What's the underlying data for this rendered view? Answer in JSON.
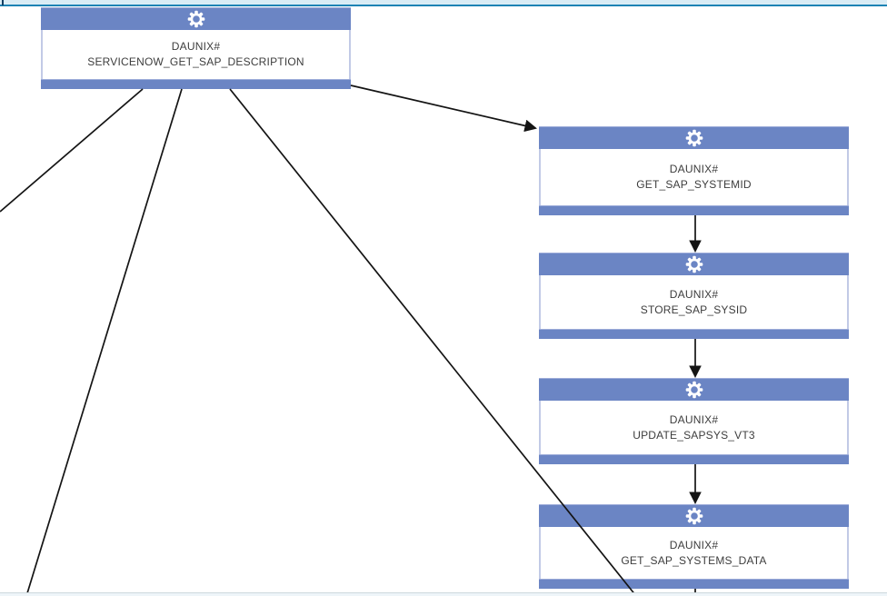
{
  "app": {
    "view": "workflow-map",
    "description": "Job scheduler flow diagram of DAUNIX# jobs connected by dependency arrows"
  },
  "nodes": [
    {
      "id": "servicenow_get_sap_description",
      "line1": "DAUNIX#",
      "line2": "SERVICENOW_GET_SAP_DESCRIPTION",
      "icon": "gear-icon"
    },
    {
      "id": "get_sap_systemid",
      "line1": "DAUNIX#",
      "line2": "GET_SAP_SYSTEMID",
      "icon": "gear-icon"
    },
    {
      "id": "store_sap_sysid",
      "line1": "DAUNIX#",
      "line2": "STORE_SAP_SYSID",
      "icon": "gear-icon"
    },
    {
      "id": "update_sapsys_vt3",
      "line1": "DAUNIX#",
      "line2": "UPDATE_SAPSYS_VT3",
      "icon": "gear-icon"
    },
    {
      "id": "get_sap_systems_data",
      "line1": "DAUNIX#",
      "line2": "GET_SAP_SYSTEMS_DATA",
      "icon": "gear-icon"
    }
  ],
  "edges": [
    {
      "from": "servicenow_get_sap_description",
      "to": "get_sap_systemid",
      "arrow": true
    },
    {
      "from": "get_sap_systemid",
      "to": "store_sap_sysid",
      "arrow": true
    },
    {
      "from": "store_sap_sysid",
      "to": "update_sapsys_vt3",
      "arrow": true
    },
    {
      "from": "update_sapsys_vt3",
      "to": "get_sap_systems_data",
      "arrow": true
    },
    {
      "from": "servicenow_get_sap_description",
      "to": "offscreen-left",
      "arrow": false
    },
    {
      "from": "servicenow_get_sap_description",
      "to": "offscreen-bottom-left",
      "arrow": false
    },
    {
      "from": "servicenow_get_sap_description",
      "to": "offscreen-bottom",
      "arrow": false
    },
    {
      "from": "get_sap_systems_data",
      "to": "offscreen-bottom",
      "arrow": false
    }
  ],
  "colors": {
    "node_bar": "#6b85c4",
    "node_bar_edge": "#9dacd9",
    "node_border": "#c2cae6",
    "edge_line": "#141414",
    "top_strip_fill": "#d9ecf5",
    "top_strip_line": "#1d83b4",
    "text": "#3d3d3d"
  }
}
